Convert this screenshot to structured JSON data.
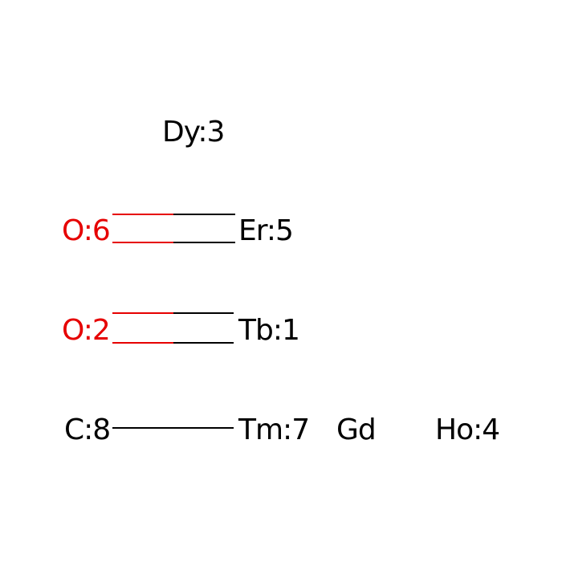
{
  "diagram": {
    "atoms": [
      {
        "id": "dy3",
        "label": "Dy:3",
        "color": "#000000"
      },
      {
        "id": "o6",
        "label": "O:6",
        "color": "#e60000"
      },
      {
        "id": "er5",
        "label": "Er:5",
        "color": "#000000"
      },
      {
        "id": "o2",
        "label": "O:2",
        "color": "#e60000"
      },
      {
        "id": "tb1",
        "label": "Tb:1",
        "color": "#000000"
      },
      {
        "id": "c8",
        "label": "C:8",
        "color": "#000000"
      },
      {
        "id": "tm7",
        "label": "Tm:7",
        "color": "#000000"
      },
      {
        "id": "gd",
        "label": "Gd",
        "color": "#000000"
      },
      {
        "id": "ho4",
        "label": "Ho:4",
        "color": "#000000"
      }
    ],
    "bonds": [
      {
        "from": "o6",
        "to": "er5",
        "order": 2
      },
      {
        "from": "o2",
        "to": "tb1",
        "order": 2
      },
      {
        "from": "c8",
        "to": "tm7",
        "order": 1
      }
    ],
    "colors": {
      "oxygen": "#e60000",
      "default": "#000000"
    }
  }
}
